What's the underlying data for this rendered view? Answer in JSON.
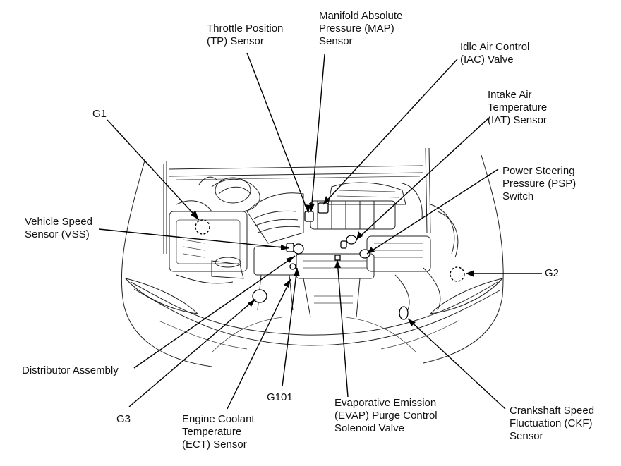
{
  "labels": {
    "tp_sensor": [
      "Throttle Position",
      "(TP) Sensor"
    ],
    "map_sensor": [
      "Manifold Absolute",
      "Pressure (MAP)",
      "Sensor"
    ],
    "iac_valve": [
      "Idle Air Control",
      "(IAC) Valve"
    ],
    "iat_sensor": [
      "Intake Air",
      "Temperature",
      "(IAT) Sensor"
    ],
    "g1": [
      "G1"
    ],
    "psp_switch": [
      "Power Steering",
      "Pressure (PSP)",
      "Switch"
    ],
    "vss_sensor": [
      "Vehicle Speed",
      "Sensor (VSS)"
    ],
    "g2": [
      "G2"
    ],
    "distributor": [
      "Distributor Assembly"
    ],
    "g101": [
      "G101"
    ],
    "g3": [
      "G3"
    ],
    "ect_sensor": [
      "Engine Coolant",
      "Temperature",
      "(ECT) Sensor"
    ],
    "evap_valve": [
      "Evaporative Emission",
      "(EVAP) Purge Control",
      "Solenoid Valve"
    ],
    "ckf_sensor": [
      "Crankshaft Speed",
      "Fluctuation (CKF)",
      "Sensor"
    ]
  }
}
